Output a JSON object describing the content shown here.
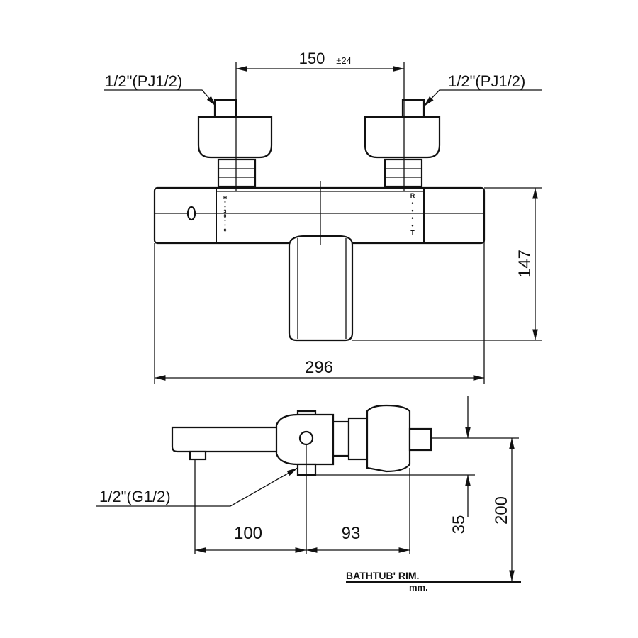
{
  "top_view": {
    "inlet_left_label": "1/2\"(PJ1/2)",
    "inlet_right_label": "1/2\"(PJ1/2)",
    "inlet_spacing": "150",
    "inlet_spacing_tolerance": "±24",
    "height": "147",
    "width": "296",
    "dial_left_marks": "H••30••c",
    "dial_right_marks": "R••••T"
  },
  "side_view": {
    "outlet_label": "1/2\"(G1/2)",
    "dim_spout": "100",
    "dim_depth": "93",
    "dim_offset": "35",
    "dim_height": "200",
    "rim_label": "BATHTUB' RIM.",
    "unit_label": "mm."
  },
  "colors": {
    "line": "#111111",
    "background": "#ffffff"
  }
}
